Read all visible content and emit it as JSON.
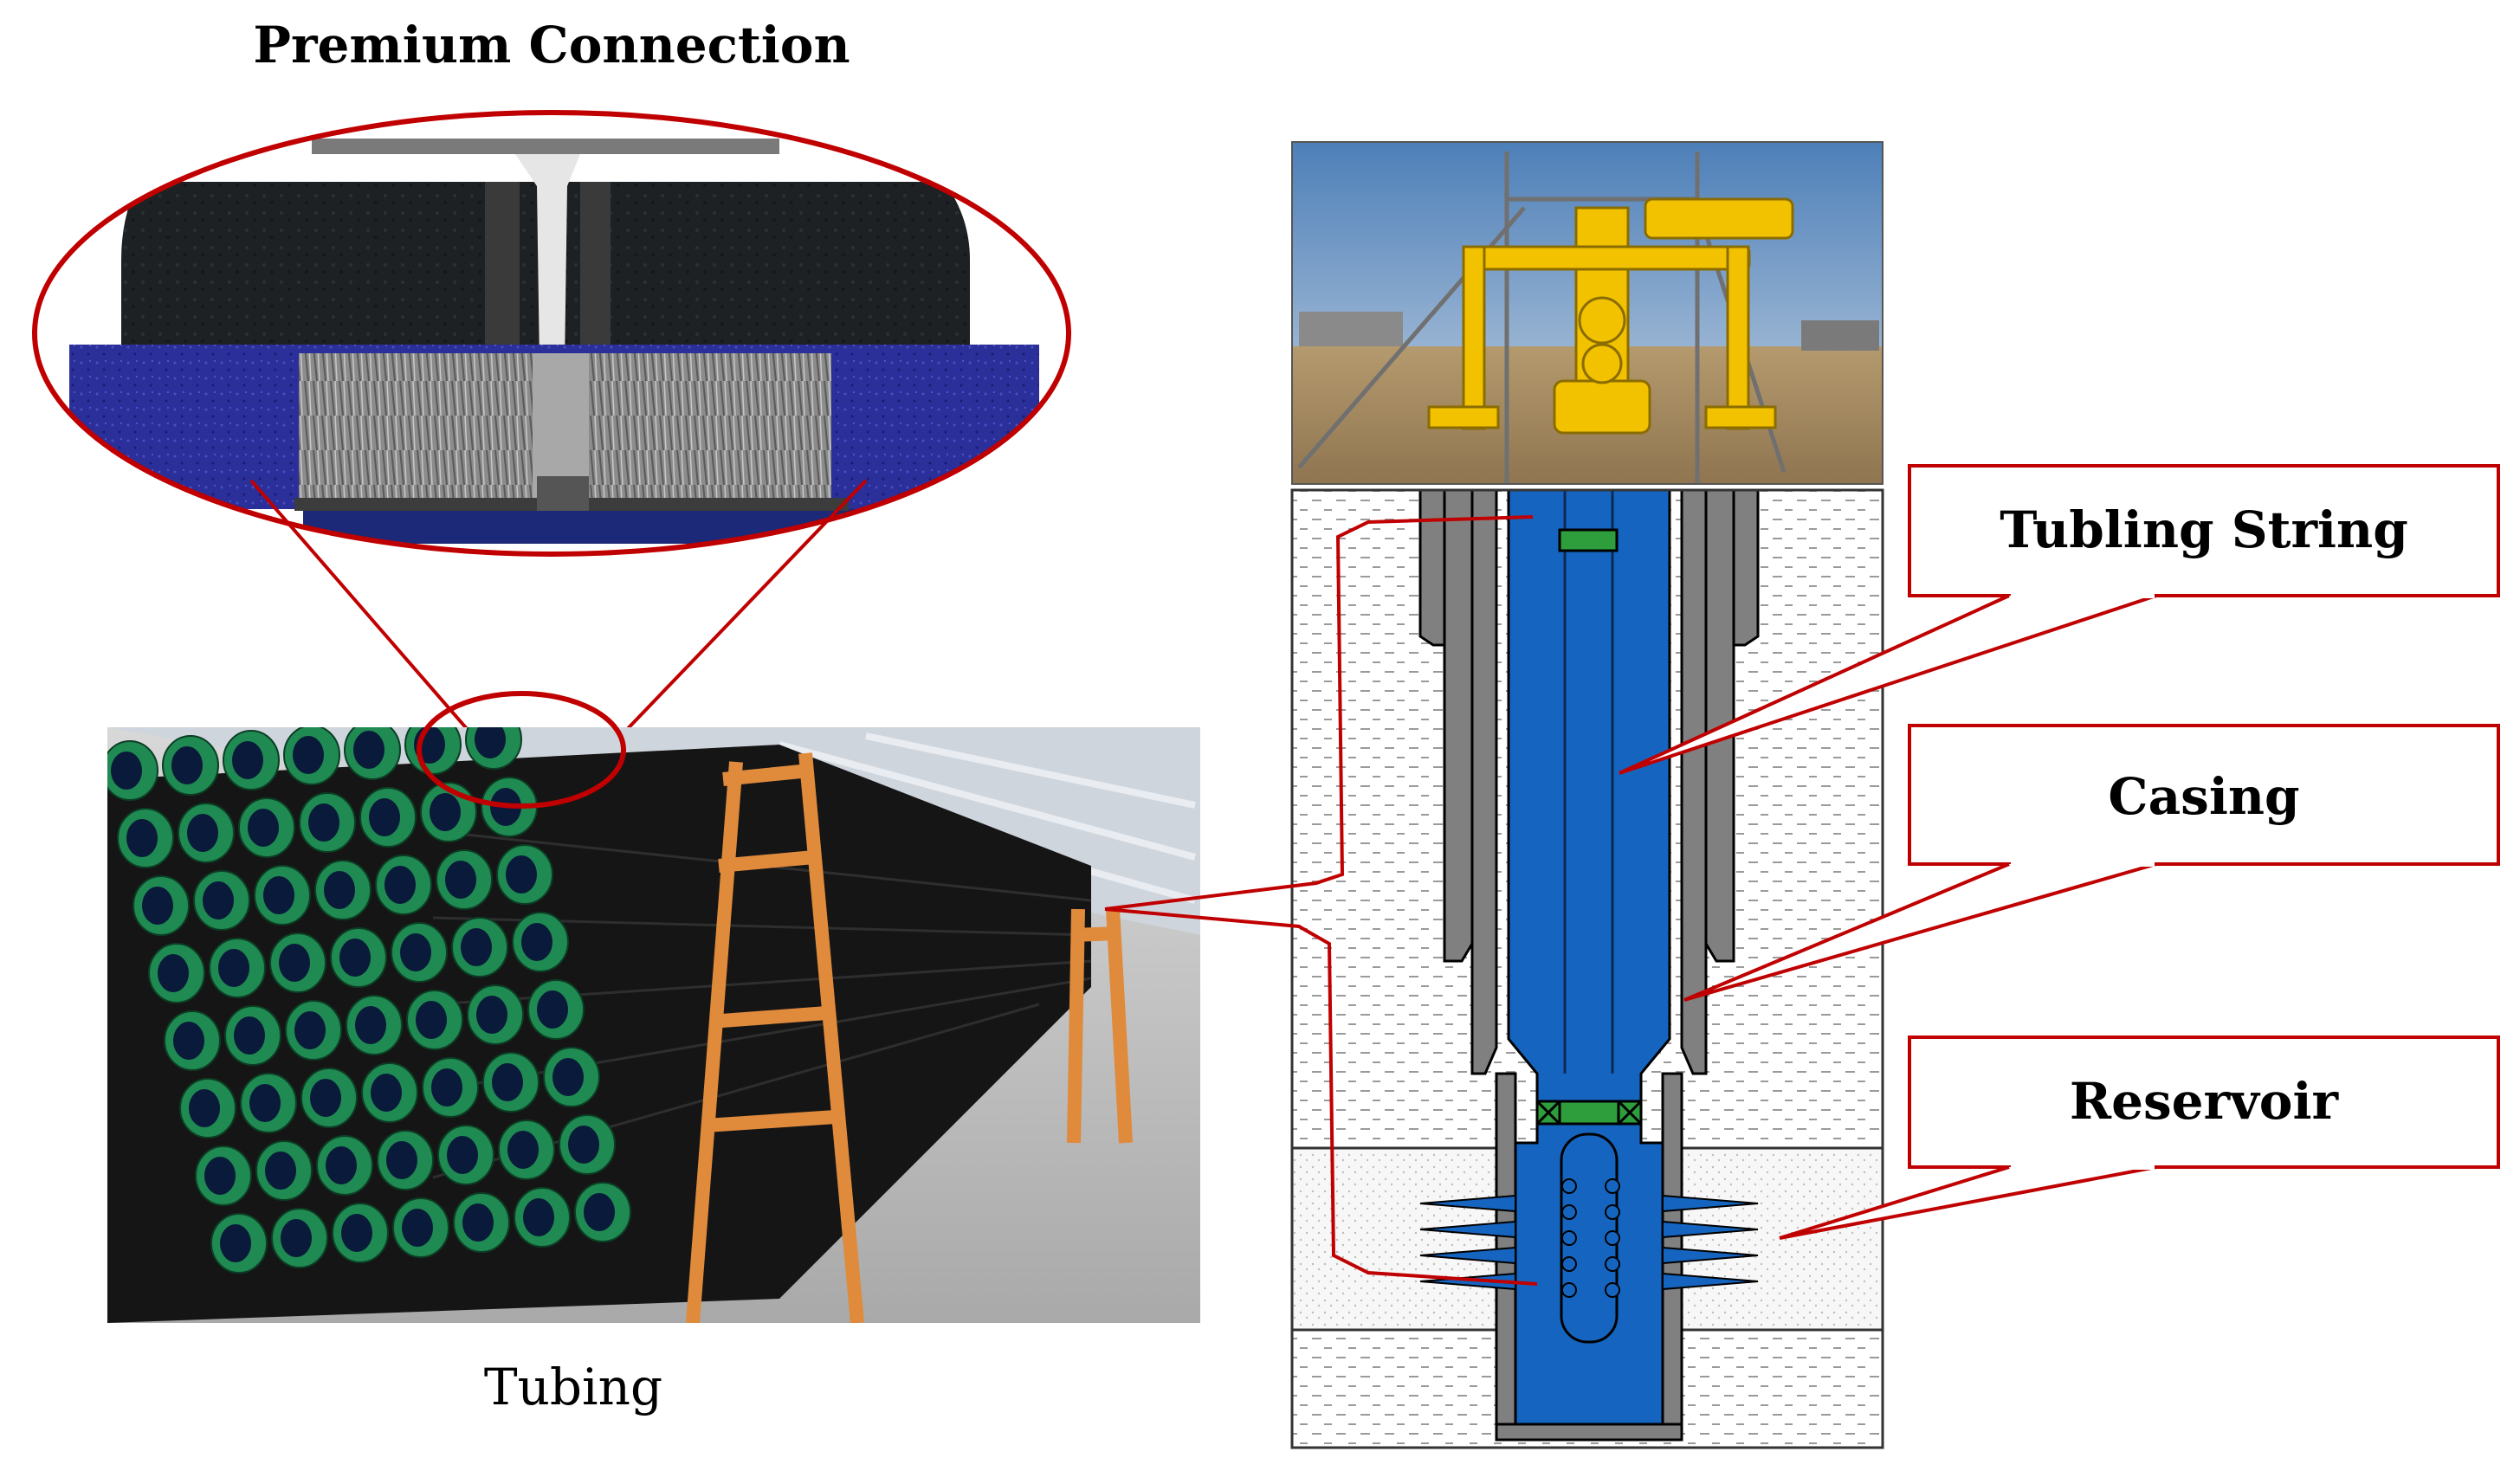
{
  "labels": {
    "premium_connection": "Premium Connection",
    "tubing": "Tubing"
  },
  "callouts": {
    "tubing_string": "Tubling String",
    "casing": "Casing",
    "reservoir": "Reservoir"
  },
  "colors": {
    "leader": "#c00000",
    "tubing_blue": "#1565c0",
    "casing_gray": "#808080",
    "pipe_green": "#1f8a52",
    "rig_yellow": "#f2c200",
    "rack_orange": "#e08a3c",
    "thread_gray": "#9a9a9a",
    "coupling_black": "#2b2b2b",
    "pipe_navy": "#1c2878"
  },
  "icons": {
    "photo_wellhead": "wellhead-photo",
    "photo_tubing": "tubing-rack-photo",
    "detail": "premium-connection-detail"
  }
}
